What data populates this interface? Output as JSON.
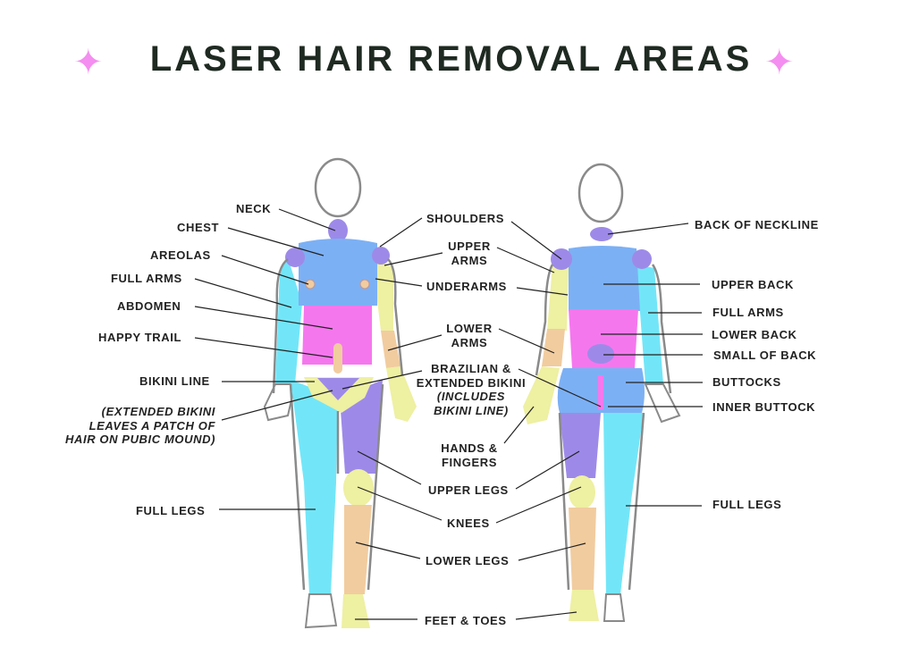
{
  "title": "LASER HAIR REMOVAL AREAS",
  "colors": {
    "blue": "#7cb0f4",
    "pink": "#f577ee",
    "purple": "#9d8ae8",
    "cyan": "#72e6f8",
    "yellow": "#eef0a2",
    "tan": "#f1cc9f",
    "outline": "#8a8a8a",
    "star": "#f48ef0"
  },
  "front_labels": {
    "neck": "NECK",
    "chest": "CHEST",
    "areolas": "AREOLAS",
    "full_arms": "FULL ARMS",
    "abdomen": "ABDOMEN",
    "happy_trail": "HAPPY TRAIL",
    "bikini_line": "BIKINI LINE",
    "extended_note": [
      "(EXTENDED BIKINI",
      "LEAVES A PATCH OF",
      "HAIR ON PUBIC MOUND)"
    ],
    "full_legs": "FULL LEGS"
  },
  "center_labels": {
    "shoulders": "SHOULDERS",
    "upper_arms": [
      "UPPER",
      "ARMS"
    ],
    "underarms": "UNDERARMS",
    "lower_arms": [
      "LOWER",
      "ARMS"
    ],
    "brazilian": [
      "BRAZILIAN &",
      "EXTENDED BIKINI"
    ],
    "brazilian_note": [
      "(INCLUDES",
      "BIKINI LINE)"
    ],
    "hands": [
      "HANDS &",
      "FINGERS"
    ],
    "upper_legs": "UPPER LEGS",
    "knees": "KNEES",
    "lower_legs": "LOWER LEGS",
    "feet": "FEET & TOES"
  },
  "back_labels": {
    "back_of_neckline": "BACK OF NECKLINE",
    "upper_back": "UPPER BACK",
    "full_arms": "FULL ARMS",
    "lower_back": "LOWER BACK",
    "small_of_back": "SMALL OF BACK",
    "buttocks": "BUTTOCKS",
    "inner_buttock": "INNER BUTTOCK",
    "full_legs": "FULL LEGS"
  }
}
